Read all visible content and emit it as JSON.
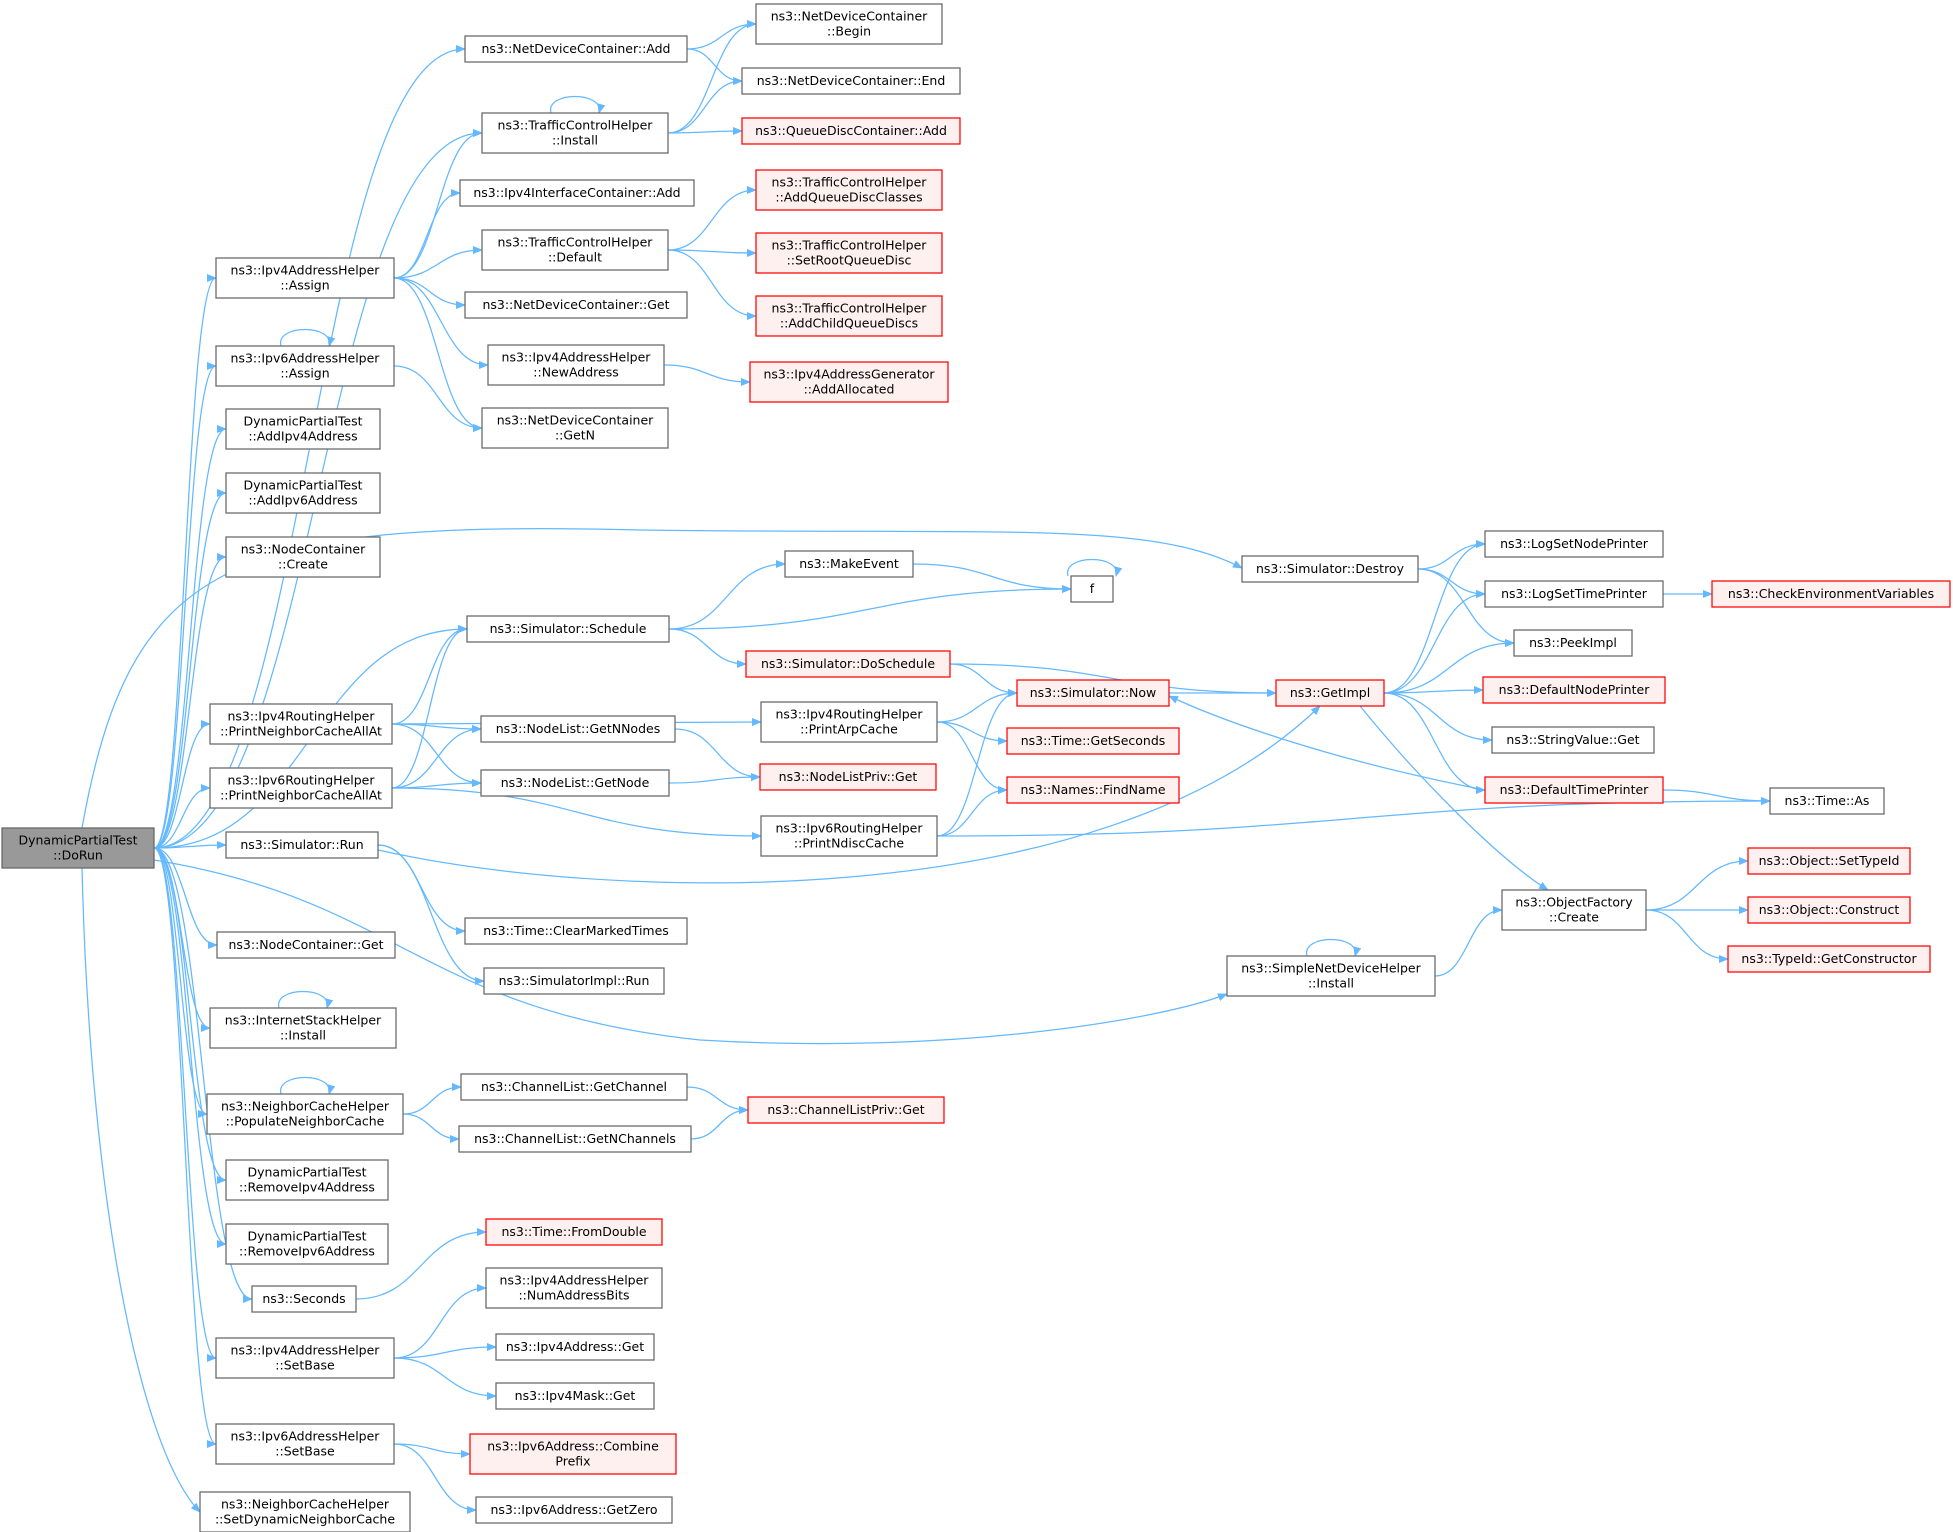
{
  "colors": {
    "edge": "#63b8ff",
    "normal_fill": "#ffffff",
    "normal_stroke": "#666666",
    "root_fill": "#999999",
    "root_stroke": "#666666",
    "red_fill": "#fff0f0",
    "red_stroke": "#ff0000"
  },
  "nodes": [
    {
      "id": "dorun",
      "lines": [
        "DynamicPartialTest",
        "::DoRun"
      ],
      "style": "root"
    },
    {
      "id": "ndc_add",
      "lines": [
        "ns3::NetDeviceContainer::Add"
      ],
      "style": "normal"
    },
    {
      "id": "ndc_begin",
      "lines": [
        "ns3::NetDeviceContainer",
        "::Begin"
      ],
      "style": "normal"
    },
    {
      "id": "ndc_end",
      "lines": [
        "ns3::NetDeviceContainer::End"
      ],
      "style": "normal"
    },
    {
      "id": "tch_install",
      "lines": [
        "ns3::TrafficControlHelper",
        "::Install"
      ],
      "style": "normal"
    },
    {
      "id": "qdc_add",
      "lines": [
        "ns3::QueueDiscContainer::Add"
      ],
      "style": "red"
    },
    {
      "id": "ipv4ic_add",
      "lines": [
        "ns3::Ipv4InterfaceContainer::Add"
      ],
      "style": "normal"
    },
    {
      "id": "tch_default",
      "lines": [
        "ns3::TrafficControlHelper",
        "::Default"
      ],
      "style": "normal"
    },
    {
      "id": "tch_addqdc",
      "lines": [
        "ns3::TrafficControlHelper",
        "::AddQueueDiscClasses"
      ],
      "style": "red"
    },
    {
      "id": "tch_setroot",
      "lines": [
        "ns3::TrafficControlHelper",
        "::SetRootQueueDisc"
      ],
      "style": "red"
    },
    {
      "id": "tch_addchild",
      "lines": [
        "ns3::TrafficControlHelper",
        "::AddChildQueueDiscs"
      ],
      "style": "red"
    },
    {
      "id": "ipv4ah_assign",
      "lines": [
        "ns3::Ipv4AddressHelper",
        "::Assign"
      ],
      "style": "normal"
    },
    {
      "id": "ndc_get",
      "lines": [
        "ns3::NetDeviceContainer::Get"
      ],
      "style": "normal"
    },
    {
      "id": "ipv4ah_newaddr",
      "lines": [
        "ns3::Ipv4AddressHelper",
        "::NewAddress"
      ],
      "style": "normal"
    },
    {
      "id": "ipv4ag_addalloc",
      "lines": [
        "ns3::Ipv4AddressGenerator",
        "::AddAllocated"
      ],
      "style": "red"
    },
    {
      "id": "ipv6ah_assign",
      "lines": [
        "ns3::Ipv6AddressHelper",
        "::Assign"
      ],
      "style": "normal"
    },
    {
      "id": "ndc_getn",
      "lines": [
        "ns3::NetDeviceContainer",
        "::GetN"
      ],
      "style": "normal"
    },
    {
      "id": "dpt_addipv4",
      "lines": [
        "DynamicPartialTest",
        "::AddIpv4Address"
      ],
      "style": "normal"
    },
    {
      "id": "dpt_addipv6",
      "lines": [
        "DynamicPartialTest",
        "::AddIpv6Address"
      ],
      "style": "normal"
    },
    {
      "id": "nc_create",
      "lines": [
        "ns3::NodeContainer",
        "::Create"
      ],
      "style": "normal"
    },
    {
      "id": "sim_destroy",
      "lines": [
        "ns3::Simulator::Destroy"
      ],
      "style": "normal"
    },
    {
      "id": "log_setnode",
      "lines": [
        "ns3::LogSetNodePrinter"
      ],
      "style": "normal"
    },
    {
      "id": "log_settime",
      "lines": [
        "ns3::LogSetTimePrinter"
      ],
      "style": "normal"
    },
    {
      "id": "check_env",
      "lines": [
        "ns3::CheckEnvironmentVariables"
      ],
      "style": "red"
    },
    {
      "id": "peekimpl",
      "lines": [
        "ns3::PeekImpl"
      ],
      "style": "normal"
    },
    {
      "id": "makeevent",
      "lines": [
        "ns3::MakeEvent"
      ],
      "style": "normal"
    },
    {
      "id": "f",
      "lines": [
        "f"
      ],
      "style": "normal"
    },
    {
      "id": "sim_schedule",
      "lines": [
        "ns3::Simulator::Schedule"
      ],
      "style": "normal"
    },
    {
      "id": "sim_doschedule",
      "lines": [
        "ns3::Simulator::DoSchedule"
      ],
      "style": "red"
    },
    {
      "id": "sim_now",
      "lines": [
        "ns3::Simulator::Now"
      ],
      "style": "red"
    },
    {
      "id": "getimpl",
      "lines": [
        "ns3::GetImpl"
      ],
      "style": "red"
    },
    {
      "id": "def_nodeprinter",
      "lines": [
        "ns3::DefaultNodePrinter"
      ],
      "style": "red"
    },
    {
      "id": "ipv4rh_print",
      "lines": [
        "ns3::Ipv4RoutingHelper",
        "::PrintNeighborCacheAllAt"
      ],
      "style": "normal"
    },
    {
      "id": "nl_getnnodes",
      "lines": [
        "ns3::NodeList::GetNNodes"
      ],
      "style": "normal"
    },
    {
      "id": "ipv4rh_arp",
      "lines": [
        "ns3::Ipv4RoutingHelper",
        "::PrintArpCache"
      ],
      "style": "normal"
    },
    {
      "id": "time_getseconds",
      "lines": [
        "ns3::Time::GetSeconds"
      ],
      "style": "red"
    },
    {
      "id": "stringvalue_get",
      "lines": [
        "ns3::StringValue::Get"
      ],
      "style": "normal"
    },
    {
      "id": "ipv6rh_print",
      "lines": [
        "ns3::Ipv6RoutingHelper",
        "::PrintNeighborCacheAllAt"
      ],
      "style": "normal"
    },
    {
      "id": "nl_getnode",
      "lines": [
        "ns3::NodeList::GetNode"
      ],
      "style": "normal"
    },
    {
      "id": "nlp_get",
      "lines": [
        "ns3::NodeListPriv::Get"
      ],
      "style": "red"
    },
    {
      "id": "names_find",
      "lines": [
        "ns3::Names::FindName"
      ],
      "style": "red"
    },
    {
      "id": "def_timeprinter",
      "lines": [
        "ns3::DefaultTimePrinter"
      ],
      "style": "red"
    },
    {
      "id": "time_as",
      "lines": [
        "ns3::Time::As"
      ],
      "style": "normal"
    },
    {
      "id": "ipv6rh_ndisc",
      "lines": [
        "ns3::Ipv6RoutingHelper",
        "::PrintNdiscCache"
      ],
      "style": "normal"
    },
    {
      "id": "sim_run",
      "lines": [
        "ns3::Simulator::Run"
      ],
      "style": "normal"
    },
    {
      "id": "obj_settypeid",
      "lines": [
        "ns3::Object::SetTypeId"
      ],
      "style": "red"
    },
    {
      "id": "objfactory_create",
      "lines": [
        "ns3::ObjectFactory",
        "::Create"
      ],
      "style": "normal"
    },
    {
      "id": "obj_construct",
      "lines": [
        "ns3::Object::Construct"
      ],
      "style": "red"
    },
    {
      "id": "time_clearmarked",
      "lines": [
        "ns3::Time::ClearMarkedTimes"
      ],
      "style": "normal"
    },
    {
      "id": "typeid_getctor",
      "lines": [
        "ns3::TypeId::GetConstructor"
      ],
      "style": "red"
    },
    {
      "id": "nc_get",
      "lines": [
        "ns3::NodeContainer::Get"
      ],
      "style": "normal"
    },
    {
      "id": "simimpl_run",
      "lines": [
        "ns3::SimulatorImpl::Run"
      ],
      "style": "normal"
    },
    {
      "id": "sndh_install",
      "lines": [
        "ns3::SimpleNetDeviceHelper",
        "::Install"
      ],
      "style": "normal"
    },
    {
      "id": "ish_install",
      "lines": [
        "ns3::InternetStackHelper",
        "::Install"
      ],
      "style": "normal"
    },
    {
      "id": "ch_getchannel",
      "lines": [
        "ns3::ChannelList::GetChannel"
      ],
      "style": "normal"
    },
    {
      "id": "nch_populate",
      "lines": [
        "ns3::NeighborCacheHelper",
        "::PopulateNeighborCache"
      ],
      "style": "normal"
    },
    {
      "id": "clp_get",
      "lines": [
        "ns3::ChannelListPriv::Get"
      ],
      "style": "red"
    },
    {
      "id": "ch_getnchannels",
      "lines": [
        "ns3::ChannelList::GetNChannels"
      ],
      "style": "normal"
    },
    {
      "id": "dpt_removeipv4",
      "lines": [
        "DynamicPartialTest",
        "::RemoveIpv4Address"
      ],
      "style": "normal"
    },
    {
      "id": "dpt_removeipv6",
      "lines": [
        "DynamicPartialTest",
        "::RemoveIpv6Address"
      ],
      "style": "normal"
    },
    {
      "id": "time_fromdouble",
      "lines": [
        "ns3::Time::FromDouble"
      ],
      "style": "red"
    },
    {
      "id": "seconds",
      "lines": [
        "ns3::Seconds"
      ],
      "style": "normal"
    },
    {
      "id": "ipv4ah_numbits",
      "lines": [
        "ns3::Ipv4AddressHelper",
        "::NumAddressBits"
      ],
      "style": "normal"
    },
    {
      "id": "ipv4ah_setbase",
      "lines": [
        "ns3::Ipv4AddressHelper",
        "::SetBase"
      ],
      "style": "normal"
    },
    {
      "id": "ipv4addr_get",
      "lines": [
        "ns3::Ipv4Address::Get"
      ],
      "style": "normal"
    },
    {
      "id": "ipv4mask_get",
      "lines": [
        "ns3::Ipv4Mask::Get"
      ],
      "style": "normal"
    },
    {
      "id": "ipv6ah_setbase",
      "lines": [
        "ns3::Ipv6AddressHelper",
        "::SetBase"
      ],
      "style": "normal"
    },
    {
      "id": "ipv6addr_combine",
      "lines": [
        "ns3::Ipv6Address::Combine",
        "Prefix"
      ],
      "style": "red"
    },
    {
      "id": "nch_setdynamic",
      "lines": [
        "ns3::NeighborCacheHelper",
        "::SetDynamicNeighborCache"
      ],
      "style": "normal"
    },
    {
      "id": "ipv6addr_getzero",
      "lines": [
        "ns3::Ipv6Address::GetZero"
      ],
      "style": "normal"
    }
  ],
  "edges": [
    [
      "dorun",
      "ndc_add"
    ],
    [
      "dorun",
      "tch_install"
    ],
    [
      "dorun",
      "ipv4ah_assign"
    ],
    [
      "dorun",
      "ipv6ah_assign"
    ],
    [
      "dorun",
      "dpt_addipv4"
    ],
    [
      "dorun",
      "dpt_addipv6"
    ],
    [
      "dorun",
      "nc_create"
    ],
    [
      "dorun",
      "sim_destroy"
    ],
    [
      "dorun",
      "sim_schedule"
    ],
    [
      "dorun",
      "ipv4rh_print"
    ],
    [
      "dorun",
      "ipv6rh_print"
    ],
    [
      "dorun",
      "sim_run"
    ],
    [
      "dorun",
      "sndh_install"
    ],
    [
      "dorun",
      "nc_get"
    ],
    [
      "dorun",
      "ish_install"
    ],
    [
      "dorun",
      "nch_populate"
    ],
    [
      "dorun",
      "dpt_removeipv4"
    ],
    [
      "dorun",
      "dpt_removeipv6"
    ],
    [
      "dorun",
      "seconds"
    ],
    [
      "dorun",
      "ipv4ah_setbase"
    ],
    [
      "dorun",
      "ipv6ah_setbase"
    ],
    [
      "dorun",
      "nch_setdynamic"
    ],
    [
      "ndc_add",
      "ndc_begin"
    ],
    [
      "ndc_add",
      "ndc_end"
    ],
    [
      "tch_install",
      "tch_install"
    ],
    [
      "tch_install",
      "ndc_begin"
    ],
    [
      "tch_install",
      "ndc_end"
    ],
    [
      "tch_install",
      "qdc_add"
    ],
    [
      "ipv4ah_assign",
      "tch_install"
    ],
    [
      "ipv4ah_assign",
      "ipv4ic_add"
    ],
    [
      "ipv4ah_assign",
      "tch_default"
    ],
    [
      "ipv4ah_assign",
      "ndc_get"
    ],
    [
      "ipv4ah_assign",
      "ipv4ah_newaddr"
    ],
    [
      "ipv4ah_assign",
      "ndc_getn"
    ],
    [
      "tch_default",
      "tch_addqdc"
    ],
    [
      "tch_default",
      "tch_setroot"
    ],
    [
      "tch_default",
      "tch_addchild"
    ],
    [
      "ipv4ah_newaddr",
      "ipv4ag_addalloc"
    ],
    [
      "ipv6ah_assign",
      "ipv6ah_assign"
    ],
    [
      "ipv6ah_assign",
      "ndc_getn"
    ],
    [
      "sim_destroy",
      "log_setnode"
    ],
    [
      "sim_destroy",
      "log_settime"
    ],
    [
      "sim_destroy",
      "peekimpl"
    ],
    [
      "log_settime",
      "check_env"
    ],
    [
      "sim_schedule",
      "makeevent"
    ],
    [
      "sim_schedule",
      "f"
    ],
    [
      "sim_schedule",
      "sim_doschedule"
    ],
    [
      "makeevent",
      "f"
    ],
    [
      "f",
      "f"
    ],
    [
      "sim_doschedule",
      "sim_now"
    ],
    [
      "sim_doschedule",
      "getimpl"
    ],
    [
      "sim_now",
      "getimpl"
    ],
    [
      "getimpl",
      "log_setnode"
    ],
    [
      "getimpl",
      "log_settime"
    ],
    [
      "getimpl",
      "peekimpl"
    ],
    [
      "getimpl",
      "def_nodeprinter"
    ],
    [
      "getimpl",
      "stringvalue_get"
    ],
    [
      "getimpl",
      "def_timeprinter"
    ],
    [
      "getimpl",
      "objfactory_create"
    ],
    [
      "def_timeprinter",
      "sim_now"
    ],
    [
      "def_timeprinter",
      "time_as"
    ],
    [
      "ipv4rh_print",
      "sim_schedule"
    ],
    [
      "ipv4rh_print",
      "ipv4rh_arp"
    ],
    [
      "ipv4rh_print",
      "nl_getnnodes"
    ],
    [
      "ipv4rh_print",
      "nl_getnode"
    ],
    [
      "ipv4rh_arp",
      "sim_now"
    ],
    [
      "ipv4rh_arp",
      "time_getseconds"
    ],
    [
      "ipv4rh_arp",
      "names_find"
    ],
    [
      "ipv6rh_print",
      "sim_schedule"
    ],
    [
      "ipv6rh_print",
      "nl_getnnodes"
    ],
    [
      "ipv6rh_print",
      "nl_getnode"
    ],
    [
      "ipv6rh_print",
      "ipv6rh_ndisc"
    ],
    [
      "nl_getnnodes",
      "nlp_get"
    ],
    [
      "nl_getnode",
      "nlp_get"
    ],
    [
      "ipv6rh_ndisc",
      "sim_now"
    ],
    [
      "ipv6rh_ndisc",
      "names_find"
    ],
    [
      "ipv6rh_ndisc",
      "time_as"
    ],
    [
      "sim_run",
      "getimpl"
    ],
    [
      "sim_run",
      "time_clearmarked"
    ],
    [
      "sim_run",
      "simimpl_run"
    ],
    [
      "sndh_install",
      "sndh_install"
    ],
    [
      "sndh_install",
      "objfactory_create"
    ],
    [
      "objfactory_create",
      "obj_settypeid"
    ],
    [
      "objfactory_create",
      "obj_construct"
    ],
    [
      "objfactory_create",
      "typeid_getctor"
    ],
    [
      "ish_install",
      "ish_install"
    ],
    [
      "nch_populate",
      "nch_populate"
    ],
    [
      "nch_populate",
      "ch_getchannel"
    ],
    [
      "nch_populate",
      "ch_getnchannels"
    ],
    [
      "ch_getchannel",
      "clp_get"
    ],
    [
      "ch_getnchannels",
      "clp_get"
    ],
    [
      "seconds",
      "time_fromdouble"
    ],
    [
      "ipv4ah_setbase",
      "ipv4ah_numbits"
    ],
    [
      "ipv4ah_setbase",
      "ipv4addr_get"
    ],
    [
      "ipv4ah_setbase",
      "ipv4mask_get"
    ],
    [
      "ipv6ah_setbase",
      "ipv6addr_combine"
    ],
    [
      "ipv6ah_setbase",
      "ipv6addr_getzero"
    ]
  ]
}
